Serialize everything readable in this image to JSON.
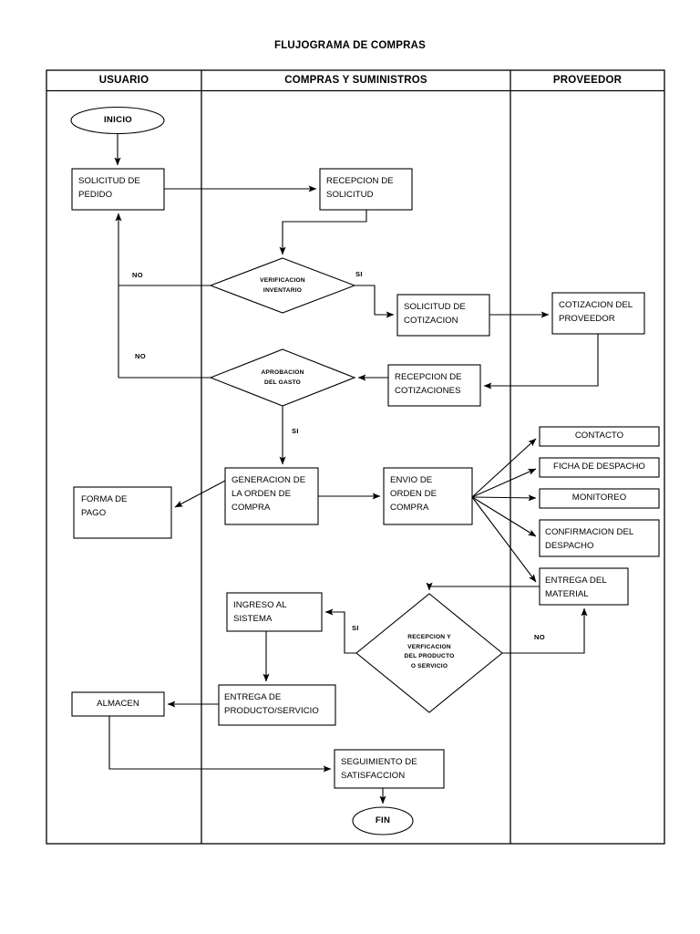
{
  "document": {
    "title": "FLUJOGRAMA DE COMPRAS"
  },
  "lanes": [
    {
      "id": "usuario",
      "label": "USUARIO"
    },
    {
      "id": "compras",
      "label": "COMPRAS Y SUMINISTROS"
    },
    {
      "id": "proveedor",
      "label": "PROVEEDOR"
    }
  ],
  "nodes": {
    "inicio": {
      "label": "INICIO",
      "shape": "terminator",
      "lane": "usuario"
    },
    "solicitud_pedido": {
      "label": "SOLICITUD DE\nPEDIDO",
      "shape": "process",
      "lane": "usuario"
    },
    "recepcion_solicitud": {
      "label": "RECEPCION DE\nSOLICITUD",
      "shape": "process",
      "lane": "compras"
    },
    "verificacion_inv": {
      "label": "VERIFICACION\nINVENTARIO",
      "shape": "decision",
      "lane": "compras"
    },
    "solicitud_cotizacion": {
      "label": "SOLICITUD DE\nCOTIZACION",
      "shape": "process",
      "lane": "compras"
    },
    "cotizacion_proveedor": {
      "label": "COTIZACION DEL\nPROVEEDOR",
      "shape": "process",
      "lane": "proveedor"
    },
    "recepcion_cotiz": {
      "label": "RECEPCION DE\nCOTIZACIONES",
      "shape": "process",
      "lane": "compras"
    },
    "aprobacion_gasto": {
      "label": "APROBACION\nDEL GASTO",
      "shape": "decision",
      "lane": "compras"
    },
    "generacion_orden": {
      "label": "GENERACION DE\nLA ORDEN DE\nCOMPRA",
      "shape": "process",
      "lane": "compras"
    },
    "forma_pago": {
      "label": "FORMA DE\nPAGO",
      "shape": "process",
      "lane": "usuario"
    },
    "envio_orden": {
      "label": "ENVIO DE\nORDEN DE\nCOMPRA",
      "shape": "process",
      "lane": "compras"
    },
    "contacto": {
      "label": "CONTACTO",
      "shape": "process",
      "lane": "proveedor"
    },
    "ficha_despacho": {
      "label": "FICHA DE DESPACHO",
      "shape": "process",
      "lane": "proveedor"
    },
    "monitoreo": {
      "label": "MONITOREO",
      "shape": "process",
      "lane": "proveedor"
    },
    "confirmacion_despacho": {
      "label": "CONFIRMACION DEL\nDESPACHO",
      "shape": "process",
      "lane": "proveedor"
    },
    "entrega_material": {
      "label": "ENTREGA DEL\nMATERIAL",
      "shape": "process",
      "lane": "proveedor"
    },
    "recepcion_verif": {
      "label": "RECEPCION Y\nVERFICACION\nDEL PRODUCTO\nO SERVICIO",
      "shape": "decision",
      "lane": "compras"
    },
    "ingreso_sistema": {
      "label": "INGRESO AL\nSISTEMA",
      "shape": "process",
      "lane": "compras"
    },
    "entrega_producto": {
      "label": "ENTREGA DE\nPRODUCTO/SERVICIO",
      "shape": "process",
      "lane": "compras"
    },
    "almacen": {
      "label": "ALMACEN",
      "shape": "process",
      "lane": "usuario"
    },
    "seguimiento": {
      "label": "SEGUIMIENTO DE\nSATISFACCION",
      "shape": "process",
      "lane": "compras"
    },
    "fin": {
      "label": "FIN",
      "shape": "terminator",
      "lane": "compras"
    }
  },
  "edge_labels": {
    "verificacion_no": "NO",
    "verificacion_si": "SI",
    "aprobacion_no": "NO",
    "aprobacion_si": "SI",
    "recepcion_si": "SI",
    "recepcion_no": "NO"
  },
  "colors": {
    "stroke": "#000000",
    "background": "#ffffff",
    "text": "#000000"
  }
}
